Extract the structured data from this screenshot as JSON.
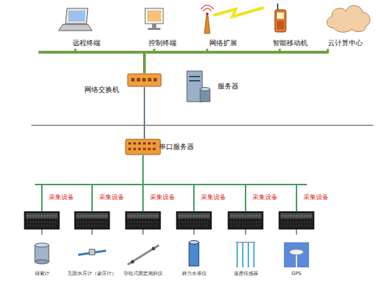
{
  "diagram": {
    "nodes": [
      {
        "text": [
          "远程终端"
        ]
      },
      {
        "text": [
          "控制终端"
        ]
      },
      {
        "text": [
          "网络扩展"
        ]
      },
      {
        "text": [
          "智能移动机"
        ]
      },
      {
        "text": [
          "云计算中心"
        ]
      },
      {
        "text": [
          "网络交换机"
        ]
      },
      {
        "text": [
          "服务器"
        ]
      },
      {
        "text": [
          "串口服务器"
        ]
      },
      {
        "text": [
          "采集设备"
        ]
      },
      {
        "text": [
          "采集设备"
        ]
      },
      {
        "text": [
          "采集设备"
        ]
      },
      {
        "text": [
          "采集设备"
        ]
      },
      {
        "text": [
          "采集设备"
        ]
      },
      {
        "text": [
          "采集设备"
        ]
      },
      {
        "text": [
          "锚索计"
        ]
      },
      {
        "text": [
          "孔隙水压计（渗压计）"
        ]
      },
      {
        "text": [
          "导轮式固定测斜仪"
        ]
      },
      {
        "text": [
          "静力水准仪"
        ]
      },
      {
        "text": [
          "温度传感器"
        ]
      },
      {
        "text": [
          "GPS"
        ]
      }
    ],
    "edges": [
      {
        "from": 5,
        "to": 0,
        "arrow": "none"
      },
      {
        "from": 5,
        "to": 1,
        "arrow": "none"
      },
      {
        "from": 5,
        "to": 2,
        "arrow": "none"
      },
      {
        "from": 5,
        "to": 3,
        "arrow": "none"
      },
      {
        "from": 5,
        "to": 4,
        "arrow": "none"
      },
      {
        "from": 5,
        "to": 7,
        "arrow": "none"
      },
      {
        "from": 7,
        "to": 8,
        "arrow": "none"
      },
      {
        "from": 7,
        "to": 9,
        "arrow": "none"
      },
      {
        "from": 7,
        "to": 10,
        "arrow": "none"
      },
      {
        "from": 7,
        "to": 11,
        "arrow": "none"
      },
      {
        "from": 7,
        "to": 12,
        "arrow": "none"
      },
      {
        "from": 7,
        "to": 13,
        "arrow": "none"
      },
      {
        "from": 8,
        "to": 14,
        "arrow": "none"
      },
      {
        "from": 9,
        "to": 15,
        "arrow": "none"
      },
      {
        "from": 10,
        "to": 16,
        "arrow": "none"
      },
      {
        "from": 11,
        "to": 17,
        "arrow": "none"
      },
      {
        "from": 12,
        "to": 18,
        "arrow": "none"
      },
      {
        "from": 13,
        "to": 19,
        "arrow": "none"
      }
    ]
  }
}
